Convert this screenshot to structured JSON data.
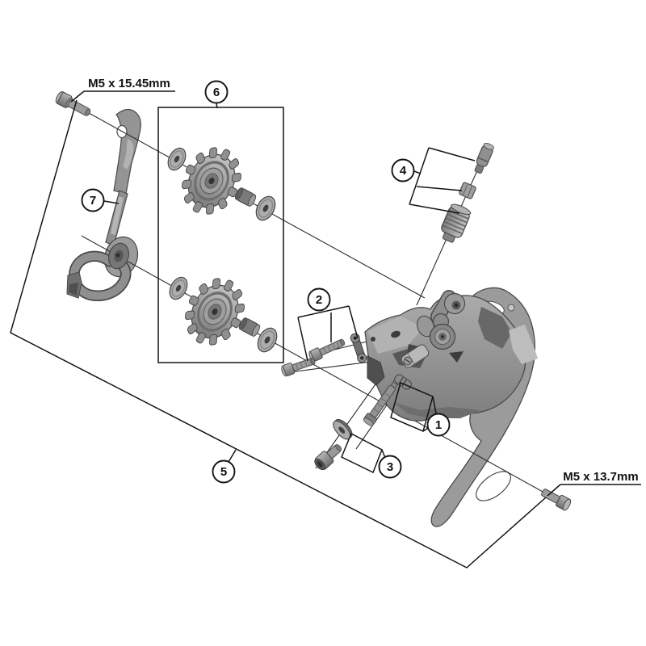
{
  "labels": {
    "top_bolt_spec": "M5 x 15.45mm",
    "bottom_bolt_spec": "M5 x 13.7mm"
  },
  "callouts": [
    {
      "number": "1"
    },
    {
      "number": "2"
    },
    {
      "number": "3"
    },
    {
      "number": "4"
    },
    {
      "number": "5"
    },
    {
      "number": "6"
    },
    {
      "number": "7"
    }
  ],
  "colors": {
    "background": "#ffffff",
    "line_color": "#141414",
    "axis_line_color": "#2b2b2b",
    "part_fill": "#929292",
    "part_outline": "#4a4a4a",
    "part_highlight": "#bcbcbc",
    "part_shadow": "#5d5d5d"
  }
}
